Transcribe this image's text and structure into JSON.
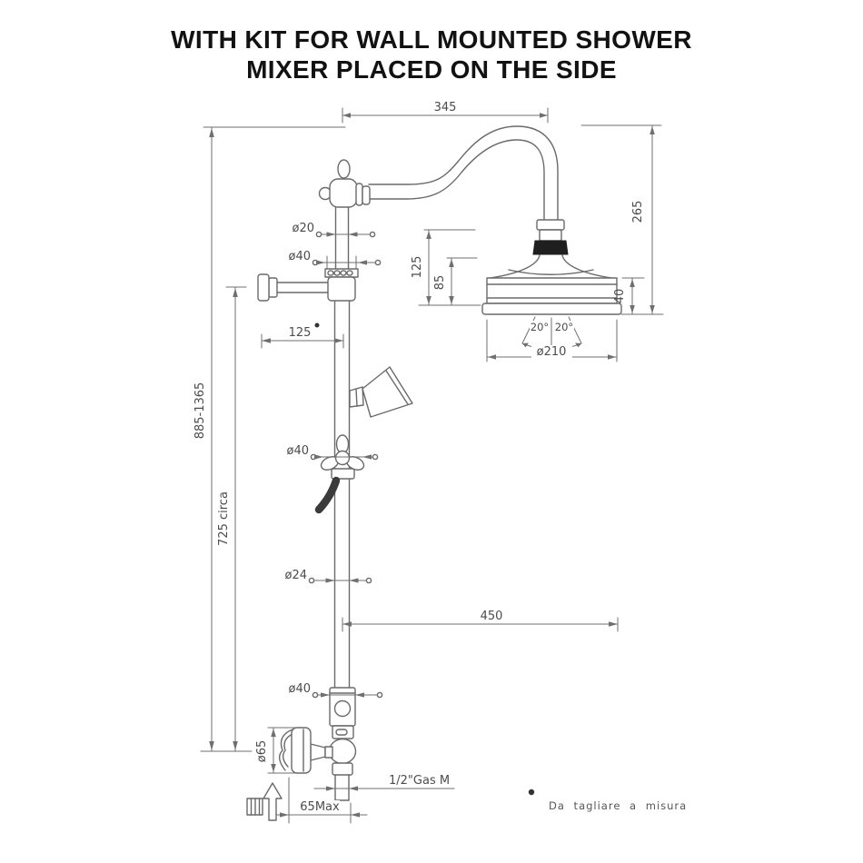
{
  "title": {
    "line1": "WITH KIT FOR WALL MOUNTED SHOWER",
    "line2": "MIXER PLACED ON THE SIDE"
  },
  "dims": {
    "arm_reach": "345",
    "head_drop": "265",
    "upper_pipe_dia": "ø20",
    "top_fitting_dia": "ø40",
    "bracket_offset": "125",
    "head_height_total": "125",
    "head_height_body": "85",
    "head_rim_height": "40",
    "spray_angle_left": "20°",
    "spray_angle_right": "20°",
    "head_dia": "ø210",
    "column_height_range": "885-1365",
    "column_height_circa": "725 circa",
    "diverter_dia": "ø40",
    "pipe_dia": "ø24",
    "mixer_offset": "450",
    "slide_fitting_dia": "ø40",
    "flange_dia": "ø65",
    "outlet_thread": "1/2\"Gas M",
    "wall_clearance": "65Max"
  },
  "footnote": {
    "text": "Da tagliare a misura"
  },
  "colors": {
    "background": "#ffffff",
    "line": "#6a6a6a",
    "dim_text": "#4c4c4c",
    "title_text": "#121212",
    "dark_fill": "#1f1f1f"
  }
}
